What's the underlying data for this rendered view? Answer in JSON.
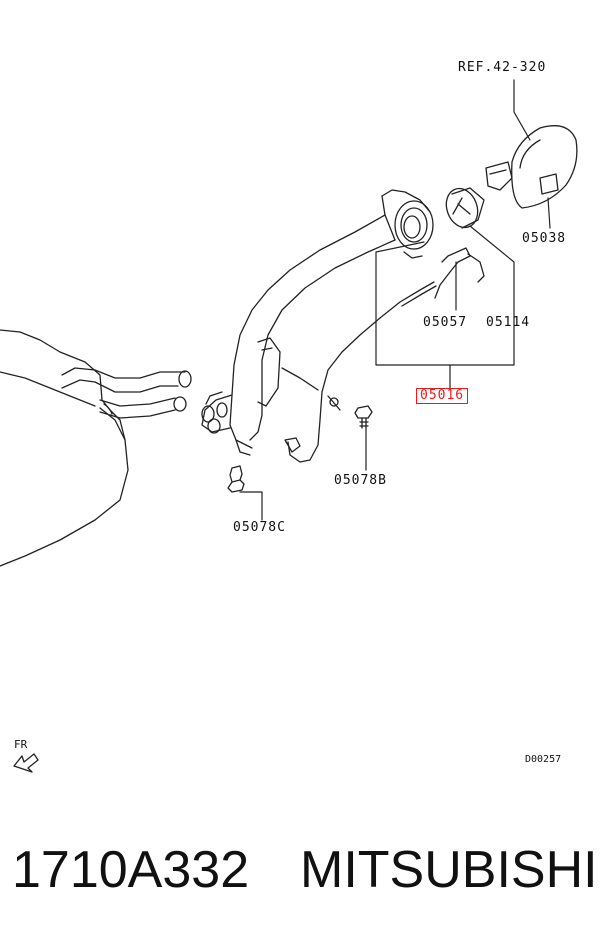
{
  "diagram": {
    "labels": {
      "ref": "REF.42-320",
      "p05038": "05038",
      "p05057": "05057",
      "p05114": "05114",
      "p05016": "05016",
      "p05078b": "05078B",
      "p05078c": "05078C",
      "fr": "FR",
      "code": "D00257"
    },
    "highlight_color": "#e02020"
  },
  "footer": {
    "part_number": "1710A332",
    "brand": "MITSUBISHI"
  }
}
